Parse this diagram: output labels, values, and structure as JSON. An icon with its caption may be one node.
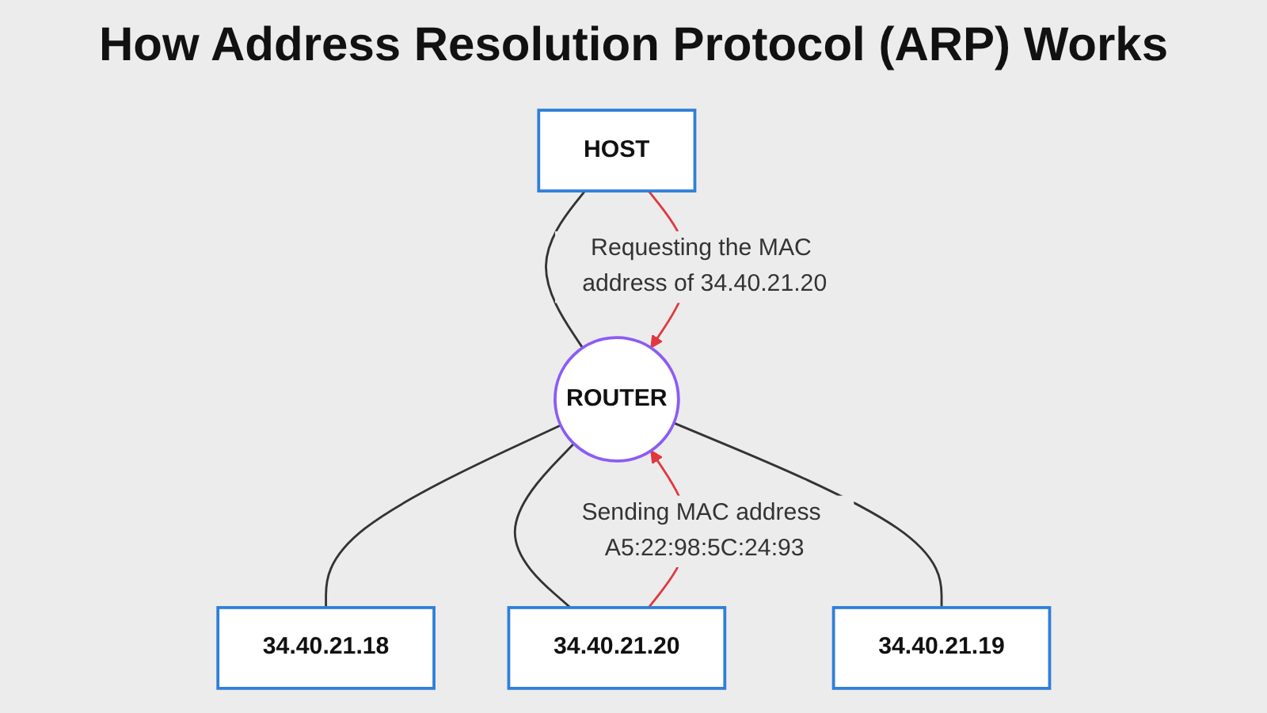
{
  "diagram": {
    "title": "How Address Resolution Protocol (ARP) Works",
    "nodes": [
      {
        "text": [
          "34.40.21.18"
        ]
      },
      {
        "text": [
          "HOST"
        ]
      },
      {
        "text": [
          "ROUTER"
        ]
      },
      {
        "text": [
          "34.40.21.20"
        ]
      },
      {
        "text": [
          "34.40.21.19"
        ]
      }
    ],
    "edges": [
      {
        "from": 2,
        "to": 0,
        "arrow": "none"
      },
      {
        "from": 1,
        "to": 2,
        "arrow": "none"
      },
      {
        "from": 1,
        "to": 2,
        "arrow": "to",
        "label": "Requesting the MAC address of 34.40.21.20",
        "color": "#e0383e"
      },
      {
        "from": 2,
        "to": 3,
        "arrow": "none"
      },
      {
        "from": 3,
        "to": 2,
        "arrow": "to",
        "label": "Sending MAC address A5:22:98:5C:24:93",
        "color": "#e0383e"
      },
      {
        "from": 2,
        "to": 4,
        "arrow": "none"
      }
    ]
  }
}
